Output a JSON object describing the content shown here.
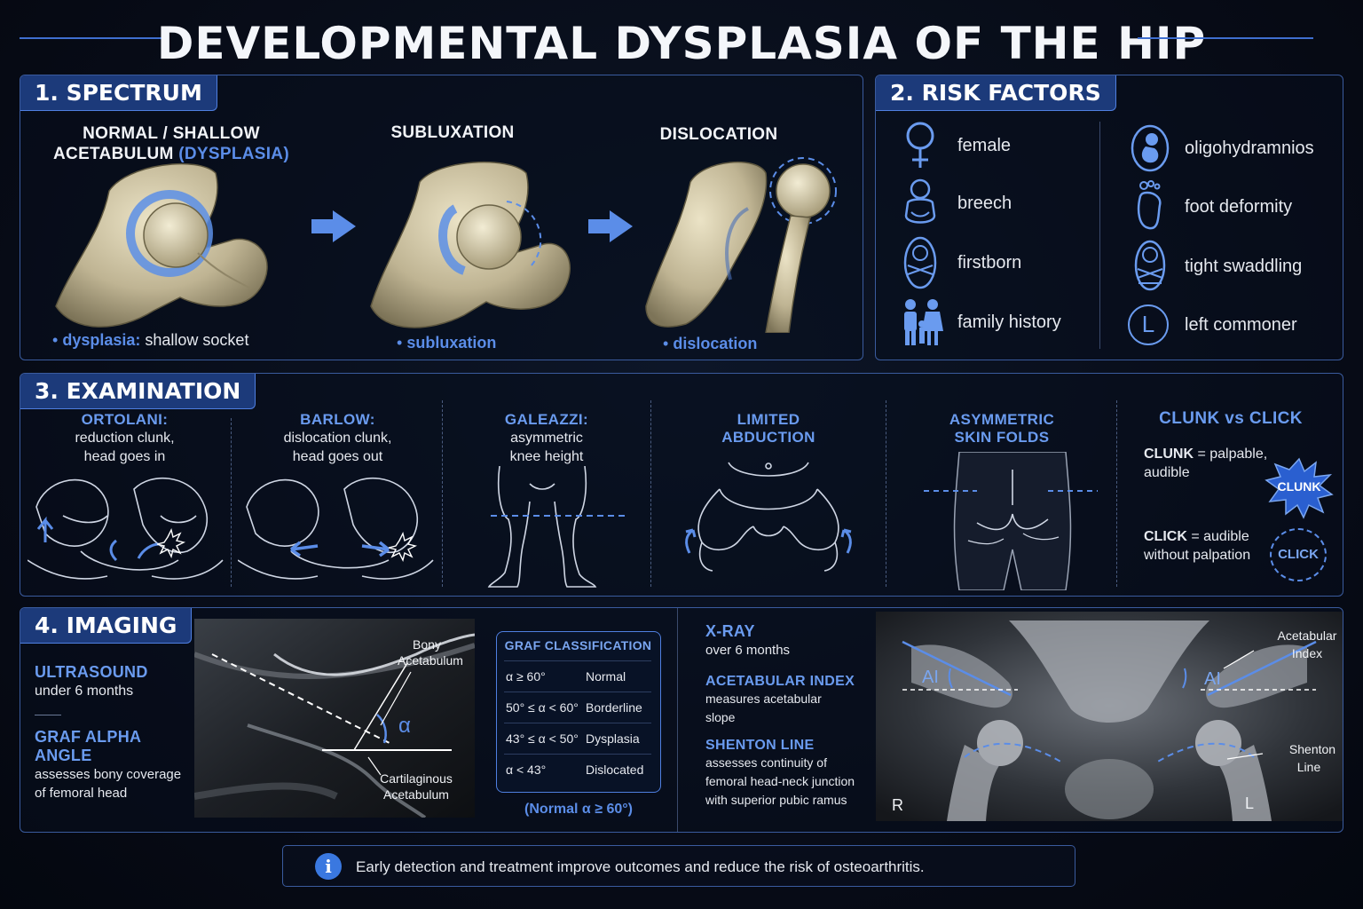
{
  "title": "DEVELOPMENTAL DYSPLASIA OF THE HIP",
  "spectrum": {
    "tab": "1. SPECTRUM",
    "stages": [
      {
        "cap1": "NORMAL / SHALLOW",
        "cap2": "ACETABULUM",
        "cap2_blue": "(DYSPLASIA)",
        "bullet_blue": "dysplasia:",
        "bullet_text": "shallow socket"
      },
      {
        "cap1": "SUBLUXATION",
        "bullet_blue": "subluxation"
      },
      {
        "cap1": "DISLOCATION",
        "bullet_blue": "dislocation"
      }
    ]
  },
  "risk": {
    "tab": "2. RISK FACTORS",
    "items": [
      {
        "icon": "female-symbol-icon",
        "label": "female"
      },
      {
        "icon": "breech-baby-icon",
        "label": "breech"
      },
      {
        "icon": "firstborn-baby-icon",
        "label": "firstborn"
      },
      {
        "icon": "family-icon",
        "label": "family history"
      },
      {
        "icon": "fetus-icon",
        "label": "oligohydramnios"
      },
      {
        "icon": "foot-icon",
        "label": "foot deformity"
      },
      {
        "icon": "swaddled-baby-icon",
        "label": "tight swaddling"
      },
      {
        "icon": "letter-l-icon",
        "glyph": "L",
        "label": "left commoner"
      }
    ]
  },
  "exam": {
    "tab": "3. EXAMINATION",
    "ortolani": {
      "title": "ORTOLANI:",
      "l1": "reduction clunk,",
      "l2": "head goes in"
    },
    "barlow": {
      "title": "BARLOW:",
      "l1": "dislocation clunk,",
      "l2": "head goes out"
    },
    "galeazzi": {
      "title": "GALEAZZI:",
      "l1": "asymmetric",
      "l2": "knee height"
    },
    "abduction": {
      "title1": "LIMITED",
      "title2": "ABDUCTION"
    },
    "folds": {
      "title1": "ASYMMETRIC",
      "title2": "SKIN FOLDS"
    },
    "clunk": {
      "title": "CLUNK vs CLICK",
      "clunk_term": "CLUNK",
      "clunk_def1": "= palpable,",
      "clunk_def2": "audible",
      "click_term": "CLICK",
      "click_def1": "= audible",
      "click_def2": "without palpation",
      "clunk_badge": "CLUNK",
      "click_badge": "CLICK"
    }
  },
  "imaging": {
    "tab": "4. IMAGING",
    "us_title": "ULTRASOUND",
    "us_sub": "under 6 months",
    "graf_title": "GRAF ALPHA ANGLE",
    "graf_l1": "assesses bony coverage",
    "graf_l2": "of femoral head",
    "us_labels": {
      "bony1": "Bony",
      "bony2": "Acetabulum",
      "alpha": "α",
      "cart1": "Cartilaginous",
      "cart2": "Acetabulum"
    },
    "graf_table": {
      "header": "GRAF CLASSIFICATION",
      "rows": [
        {
          "range": "α ≥ 60°",
          "label": "Normal"
        },
        {
          "range": "50° ≤ α < 60°",
          "label": "Borderline"
        },
        {
          "range": "43° ≤ α < 50°",
          "label": "Dysplasia"
        },
        {
          "range": "α < 43°",
          "label": "Dislocated"
        }
      ],
      "note": "(Normal  α ≥ 60°)"
    },
    "xray_title": "X-RAY",
    "xray_sub": "over 6 months",
    "ai_title": "ACETABULAR INDEX",
    "ai_l1": "measures acetabular",
    "ai_l2": "slope",
    "shenton_title": "SHENTON LINE",
    "shenton_l1": "assesses continuity of",
    "shenton_l2": "femoral head-neck junction",
    "shenton_l3": "with superior pubic ramus",
    "xr_labels": {
      "ai_left": "AI",
      "ai_right": "AI",
      "acet1": "Acetabular",
      "acet2": "Index",
      "shen1": "Shenton",
      "shen2": "Line",
      "r": "R",
      "l": "L"
    }
  },
  "footer": {
    "icon": "info-icon",
    "glyph": "i",
    "text": "Early detection and treatment improve outcomes and reduce the risk of osteoarthritis."
  },
  "colors": {
    "accent": "#5b8de8",
    "panel_border": "#3a5b9e",
    "tab_bg": "#1c3a7a",
    "bone": "#cfc6a6"
  }
}
